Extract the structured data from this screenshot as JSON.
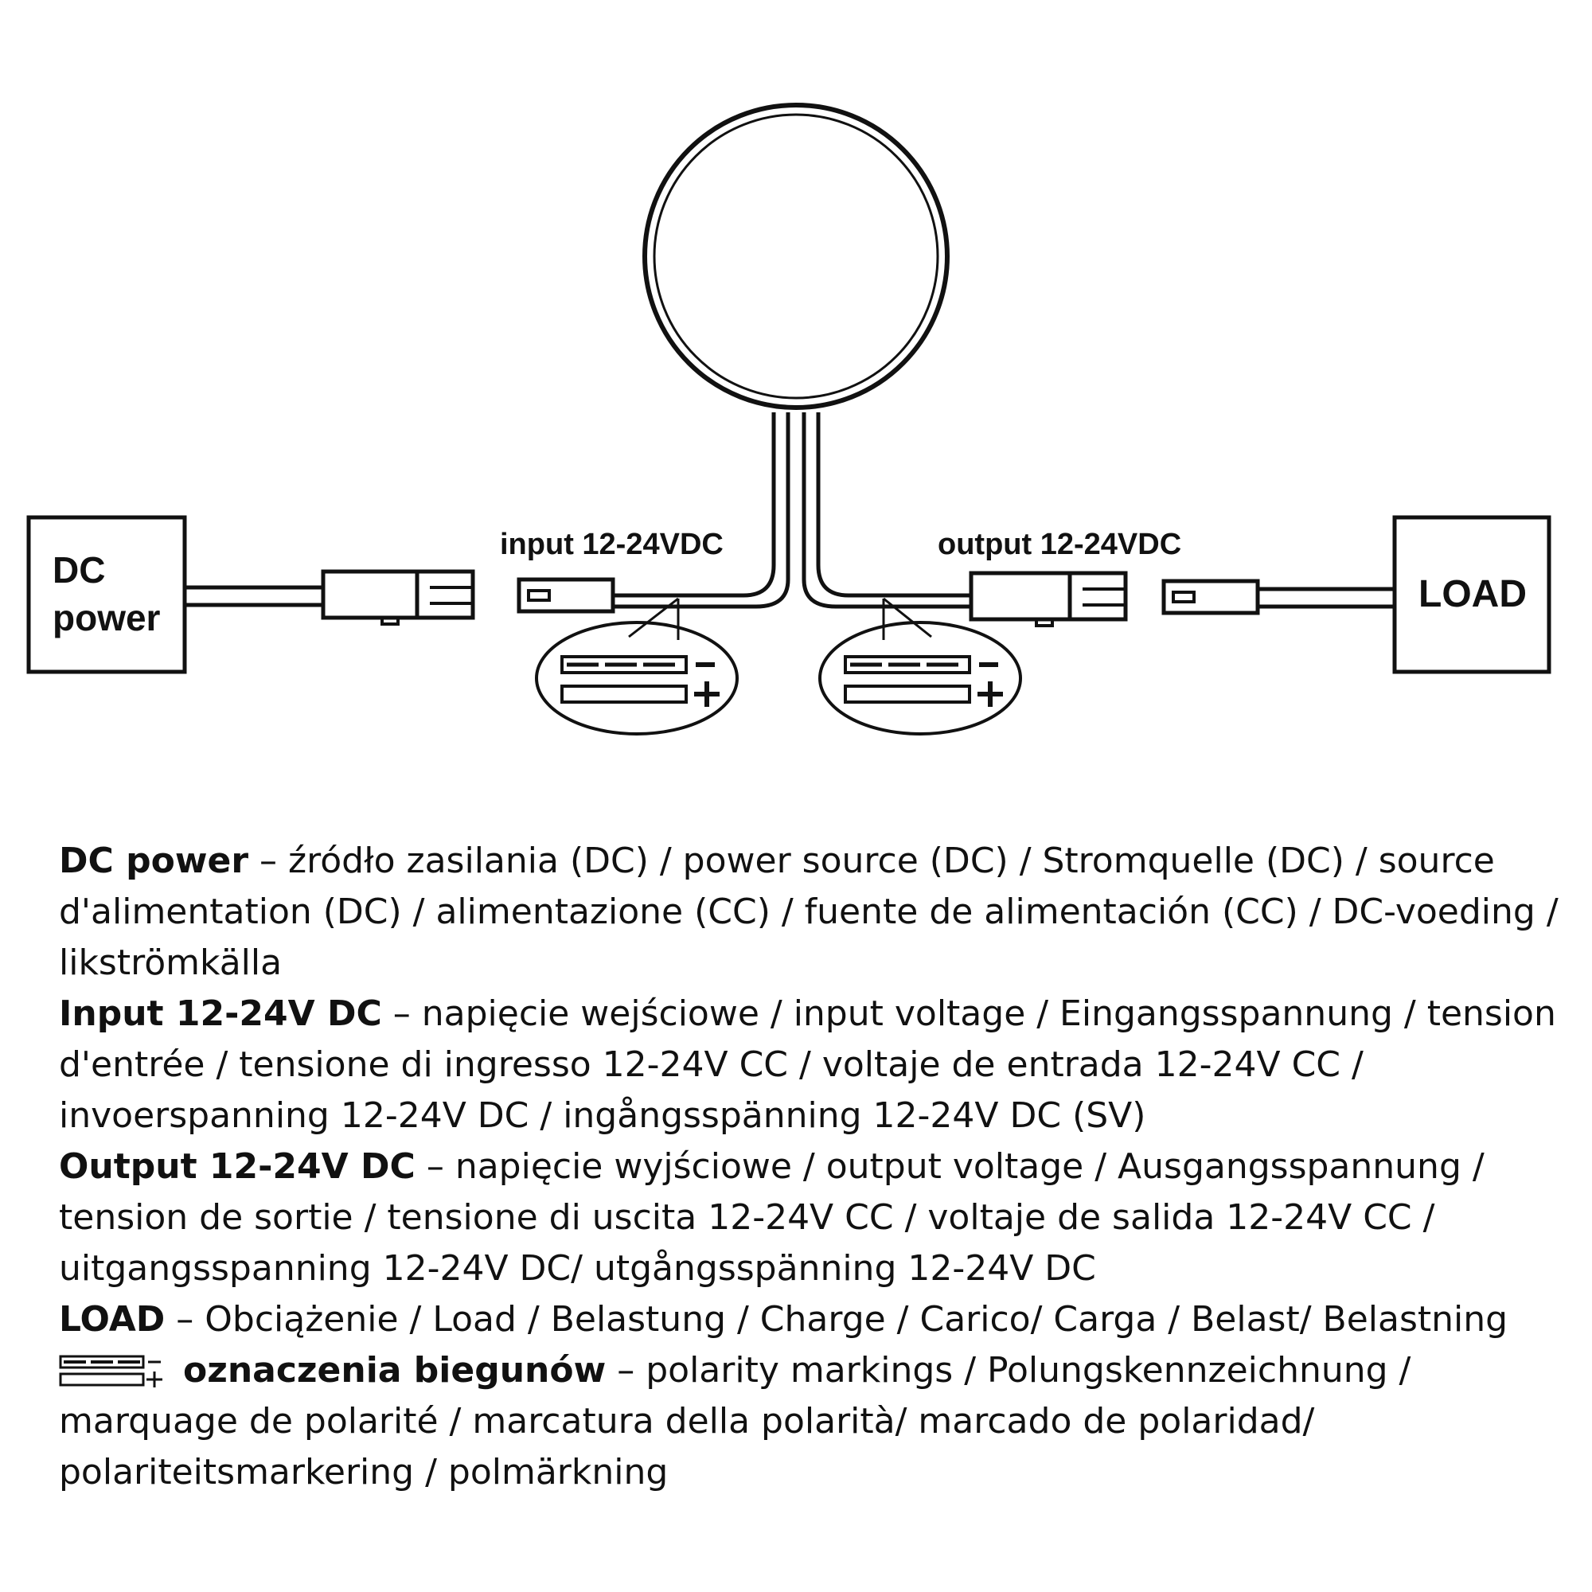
{
  "diagram": {
    "dc_power_line1": "DC",
    "dc_power_line2": "power",
    "input_label": "input 12-24VDC",
    "output_label": "output 12-24VDC",
    "load_label": "LOAD",
    "minus_sign": "-",
    "plus_sign": "+"
  },
  "legend": [
    {
      "term": "DC power",
      "desc": " – źródło zasilania (DC) / power source (DC) / Stromquelle (DC) / source d'alimentation (DC) / alimentazione (CC) / fuente de alimentación (CC) / DC-voeding / likströmkälla"
    },
    {
      "term": "Input 12-24V DC",
      "desc": " – napięcie wejściowe / input voltage / Eingangsspannung / tension d'entrée / tensione di ingresso 12-24V CC / voltaje de entrada 12-24V CC / invoerspanning 12-24V DC / ingångsspänning 12-24V DC (SV)"
    },
    {
      "term": "Output 12-24V DC",
      "desc": " – napięcie wyjściowe / output voltage / Ausgangsspannung / tension de sortie / tensione di uscita 12-24V CC / voltaje de salida 12-24V CC / uitgangsspanning 12-24V DC/ utgångsspänning 12-24V DC"
    },
    {
      "term": "LOAD",
      "desc": " – Obciążenie / Load / Belastung / Charge / Carico/ Carga / Belast/ Belastning"
    },
    {
      "term": "oznaczenia biegunów",
      "desc": " – polarity markings / Polungskennzeichnung /  marquage de polarité / marcatura della polarità/ marcado de polaridad/ polariteitsmarkering / polmärkning"
    }
  ]
}
